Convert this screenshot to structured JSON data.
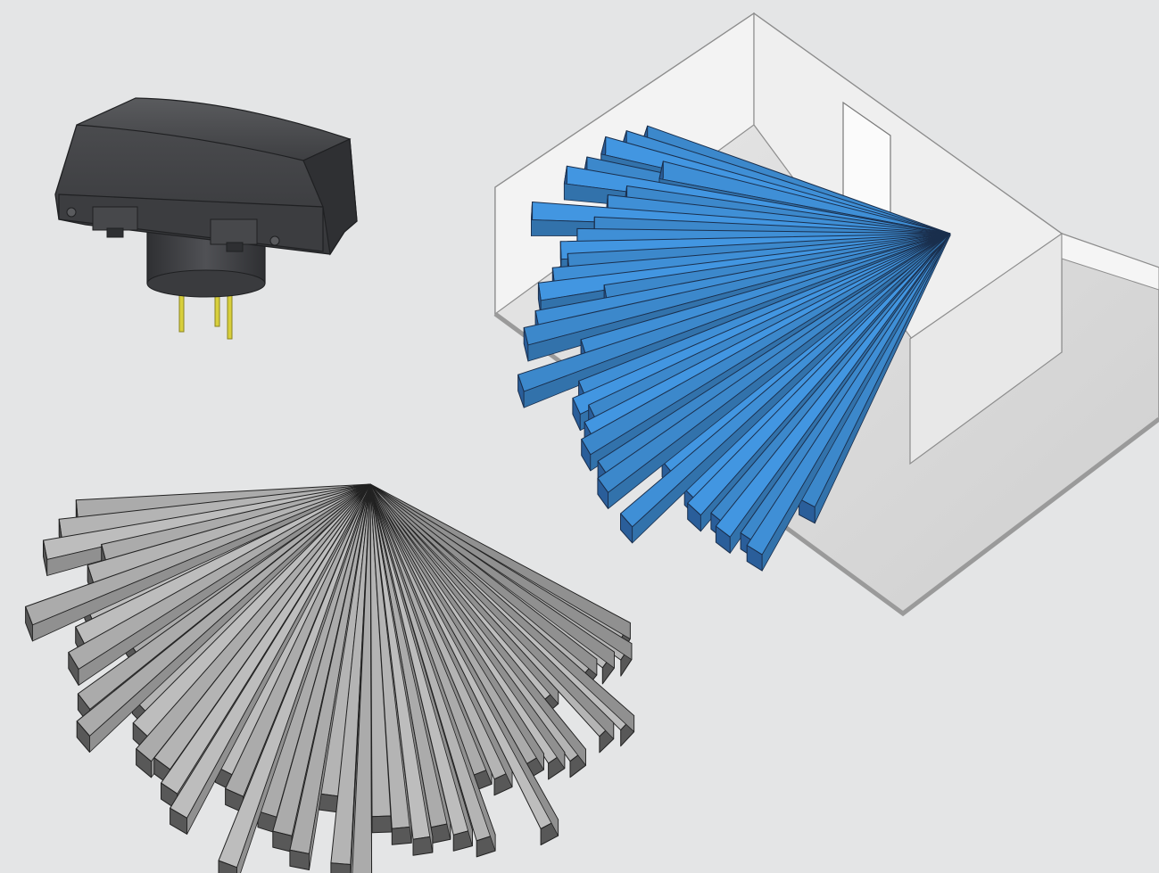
{
  "figure": {
    "background": "#e4e5e6",
    "illustrations": [
      {
        "id": "sensor",
        "icon": "pir-motion-sensor-icon",
        "color": "#4a4b4d",
        "pin_color": "#d8cf3c"
      },
      {
        "id": "coverage-pattern",
        "icon": "detection-beam-fan-icon",
        "color": "#8c8c8c"
      },
      {
        "id": "room-coverage",
        "icon": "room-with-detection-beams-icon",
        "beam_color": "#3f8fd6",
        "beam_dark_color": "#2a5e9a",
        "wall_color": "#f2f2f2",
        "floor_color": "#dcdcdc"
      }
    ]
  }
}
